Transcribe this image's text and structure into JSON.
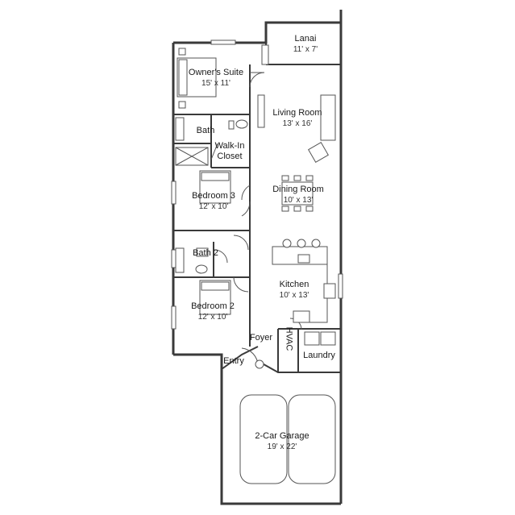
{
  "rooms": {
    "lanai": {
      "name": "Lanai",
      "dim": "11' x 7'"
    },
    "owners_suite": {
      "name": "Owner's Suite",
      "dim": "15' x 11'"
    },
    "living_room": {
      "name": "Living Room",
      "dim": "13' x 16'"
    },
    "bath": {
      "name": "Bath"
    },
    "walk_in_closet": {
      "line1": "Walk-In",
      "line2": "Closet"
    },
    "bedroom_3": {
      "name": "Bedroom 3",
      "dim": "12' x 10'"
    },
    "dining_room": {
      "name": "Dining Room",
      "dim": "10' x 13'"
    },
    "bath_2": {
      "name": "Bath 2"
    },
    "kitchen": {
      "name": "Kitchen",
      "dim": "10' x 13'"
    },
    "bedroom_2": {
      "name": "Bedroom 2",
      "dim": "12' x 10'"
    },
    "foyer": {
      "name": "Foyer"
    },
    "hvac": {
      "name": "HVAC"
    },
    "laundry": {
      "name": "Laundry"
    },
    "entry": {
      "name": "Entry"
    },
    "garage": {
      "name": "2-Car Garage",
      "dim": "19' x 22'"
    }
  },
  "colors": {
    "wall": "#3a3a3a",
    "fixture": "#555555",
    "background": "#ffffff"
  }
}
